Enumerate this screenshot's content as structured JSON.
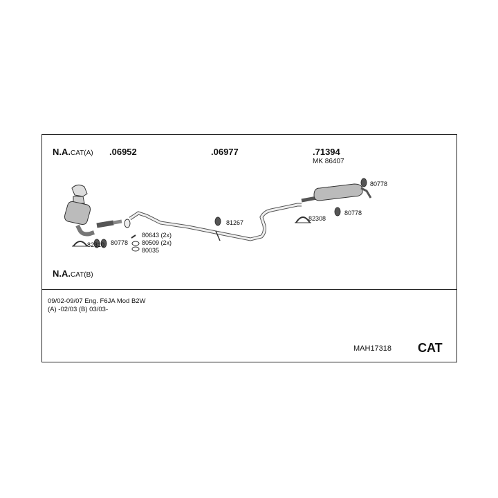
{
  "header": {
    "variant_a_prefix": "N.A.",
    "variant_a_suffix": "CAT(A)",
    "variant_b_prefix": "N.A.",
    "variant_b_suffix": "CAT(B)"
  },
  "parts": {
    "p06952": ".06952",
    "p06977": ".06977",
    "p71394": ".71394",
    "mk86407": "MK 86407"
  },
  "labels": {
    "l82310": "82310",
    "l80778_front": "80778",
    "l80643": "80643 (2x)",
    "l80509": "80509 (2x)",
    "l80035": "80035",
    "l81267": "81267",
    "l82308": "82308",
    "l80778_mid": "80778",
    "l80778_top": "80778"
  },
  "info": {
    "line1": "09/02-09/07   Eng.  F6JA   Mod B2W",
    "line2": "(A) -02/03 (B) 03/03-"
  },
  "footer": {
    "code": "MAH17318",
    "category": "CAT"
  }
}
